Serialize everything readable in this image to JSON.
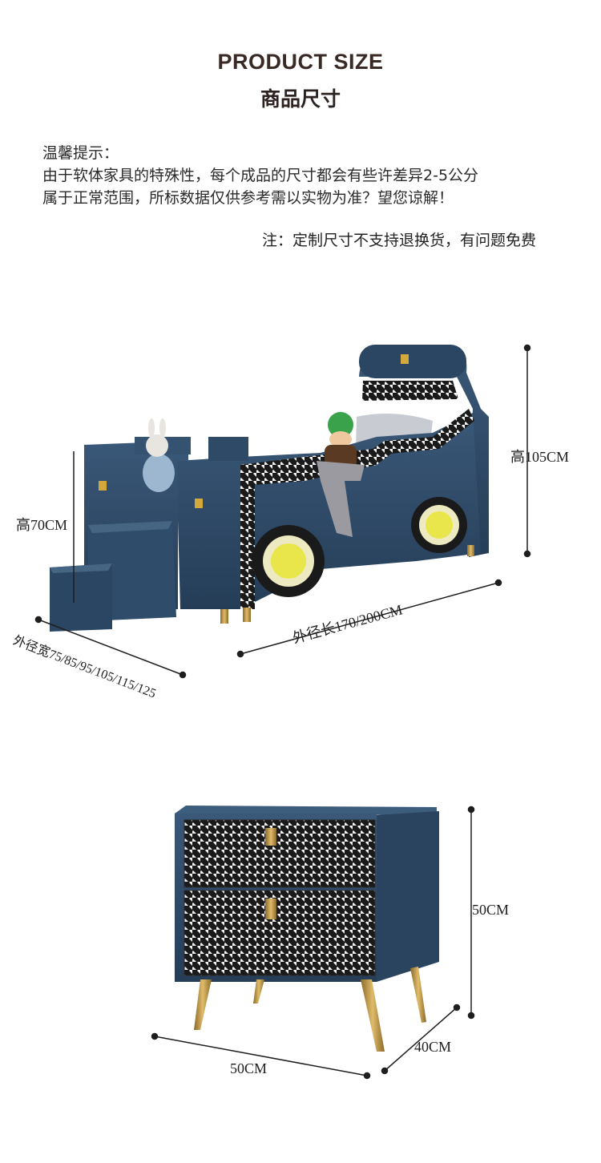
{
  "header": {
    "title_en": "PRODUCT SIZE",
    "title_cn": "商品尺寸"
  },
  "tips": {
    "heading": "温馨提示：",
    "line1": "由于软体家具的特殊性，每个成品的尺寸都会有些许差异2-5公分",
    "line2": "属于正常范围，所标数据仅供参考需以实物为准？望您谅解！"
  },
  "note": "注：定制尺寸不支持退换货，有问题免费",
  "bed": {
    "height_label": "高105CM",
    "side_height_label": "高70CM",
    "length_label": "外径长170/200CM",
    "width_label": "外径宽75/85/95/105/115/125"
  },
  "nightstand": {
    "height_label": "50CM",
    "depth_label": "40CM",
    "width_label": "50CM"
  },
  "colors": {
    "leather": "#2e4a66",
    "leather_dark": "#1f3650",
    "houndstooth_dark": "#1a1a1a",
    "gold": "#c49a45",
    "wheel_yellow": "#e8e64a"
  }
}
